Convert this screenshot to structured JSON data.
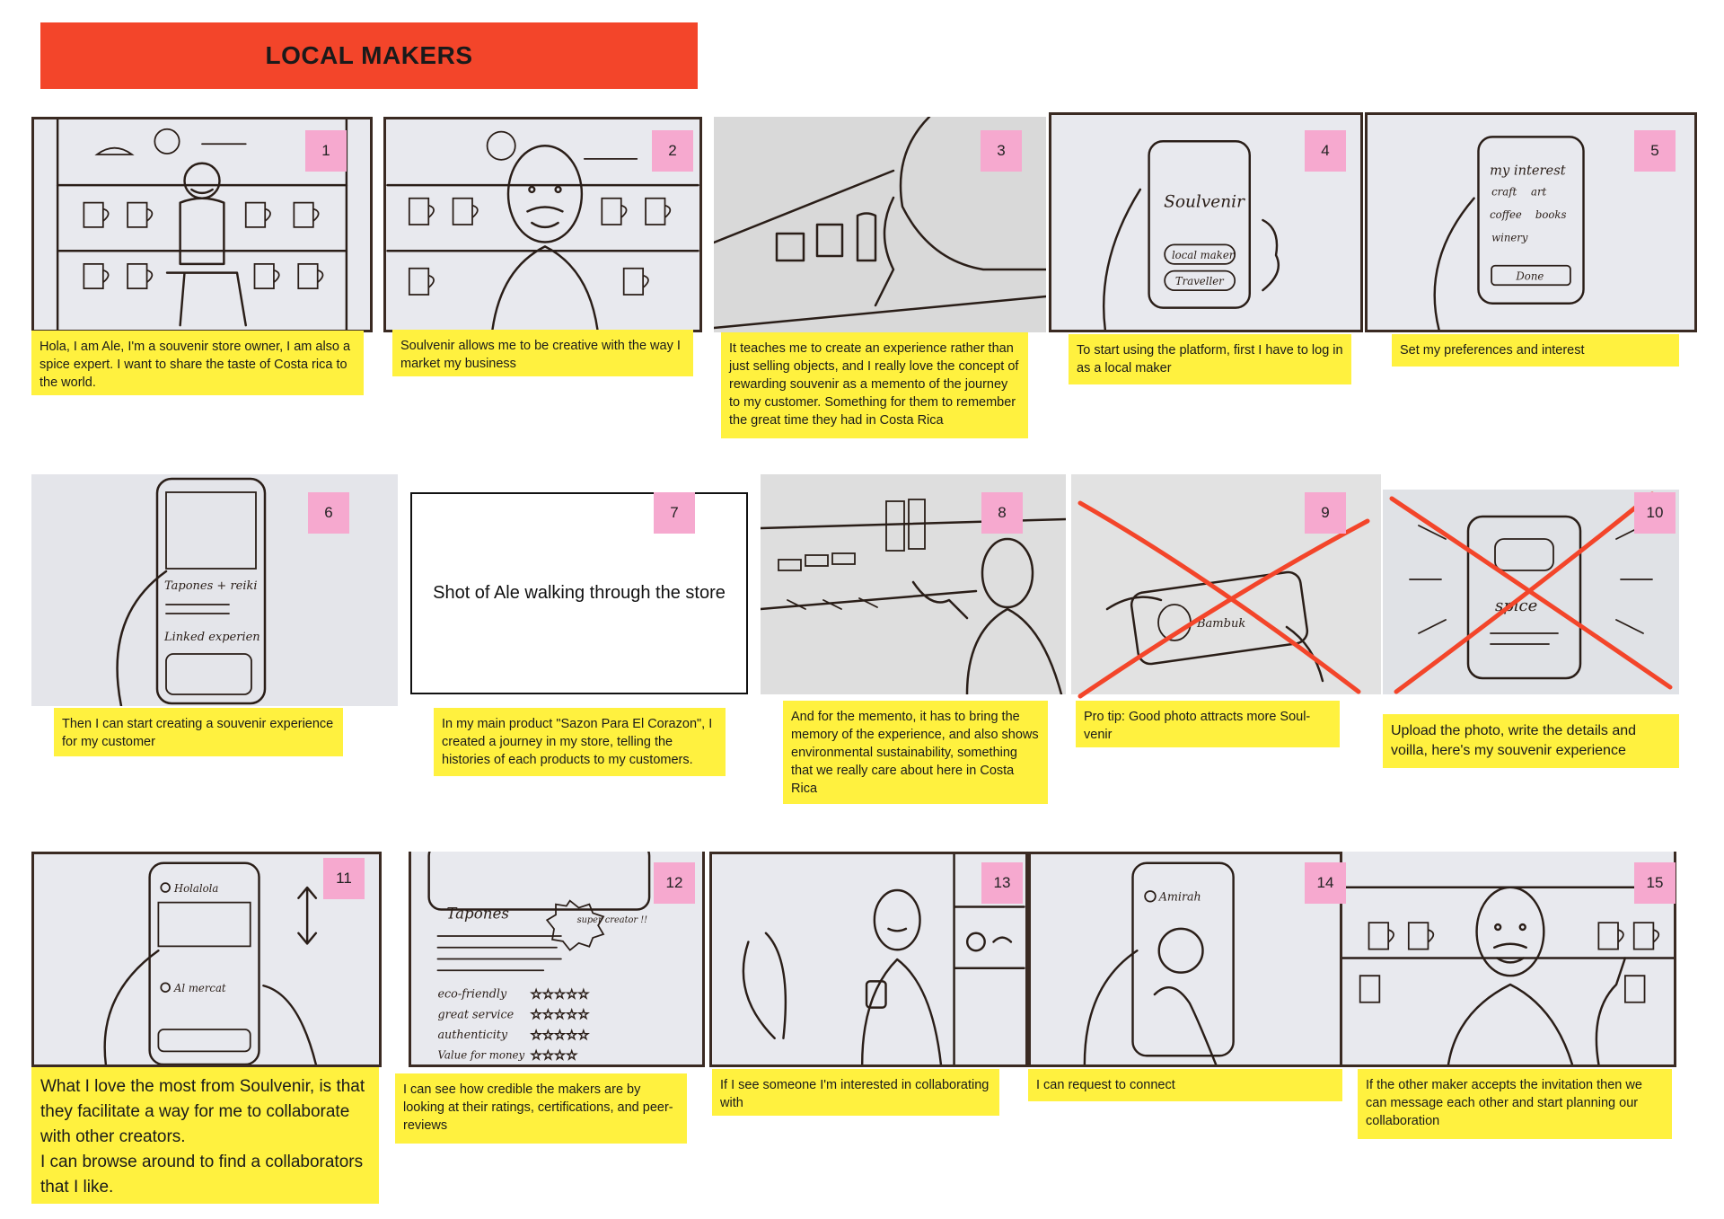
{
  "title": "LOCAL MAKERS",
  "panels": [
    {
      "number": "1",
      "caption": "Hola, I am Ale, I'm a souvenir store owner, I am also a spice expert. I want to share the taste of Costa rica to the world."
    },
    {
      "number": "2",
      "caption": "Soulvenir allows me to be creative with the way I market my business"
    },
    {
      "number": "3",
      "caption": "It teaches me to create an experience rather than just selling objects, and I really love the concept of rewarding souvenir as a memento of the journey to my customer. Something for them to remember the great time they had in Costa Rica"
    },
    {
      "number": "4",
      "caption": "To start using the platform, first I have to log in as a local maker",
      "sketch_text": [
        "Soulvenir",
        "local maker",
        "Traveller"
      ]
    },
    {
      "number": "5",
      "caption": "Set my preferences and interest",
      "sketch_text": [
        "my interest",
        "craft",
        "art",
        "coffee",
        "books",
        "winery",
        "Done"
      ]
    },
    {
      "number": "6",
      "caption": "Then I can start creating a souvenir experience for my customer",
      "sketch_text": [
        "Tapones + reiki",
        "Linked experien"
      ]
    },
    {
      "number": "7",
      "caption": "In my main product \"Sazon Para El Corazon\", I created a journey in my store, telling the histories of each products to my customers.",
      "shot": "Shot of Ale walking through the store"
    },
    {
      "number": "8",
      "caption": "And for the memento, it has to bring the memory of the experience, and also shows environmental sustainability, something that we really care about here in Costa Rica"
    },
    {
      "number": "9",
      "caption": "Pro tip: Good photo attracts more Soul-venir",
      "sketch_text": [
        "Bambuk"
      ]
    },
    {
      "number": "10",
      "caption": "Upload the photo, write the details and voilla, here's my souvenir experience",
      "sketch_text": [
        "spice"
      ]
    },
    {
      "number": "11",
      "caption": "What I love the most from Soulvenir, is that they facilitate a way for me to collaborate with other creators.\nI can browse around to find a collaborators that I like.",
      "sketch_text": [
        "Holalola",
        "Al mercat"
      ]
    },
    {
      "number": "12",
      "caption": "I can see how credible the makers are by looking at their ratings, certifications, and peer-reviews",
      "sketch_text": [
        "Tapones",
        "super creator !!",
        "eco-friendly",
        "great service",
        "authenticity",
        "Value for money"
      ]
    },
    {
      "number": "13",
      "caption": "If I see someone I'm interested in collaborating with"
    },
    {
      "number": "14",
      "caption": "I can request to connect",
      "sketch_text": [
        "Amirah"
      ]
    },
    {
      "number": "15",
      "caption": "If the other maker accepts the invitation then we can message each other and start planning our collaboration"
    }
  ],
  "colors": {
    "title_bar": "#f3452a",
    "sticky_note": "#fff13f",
    "number_tag": "#f6a9cf",
    "cross_out": "#f3452a"
  }
}
